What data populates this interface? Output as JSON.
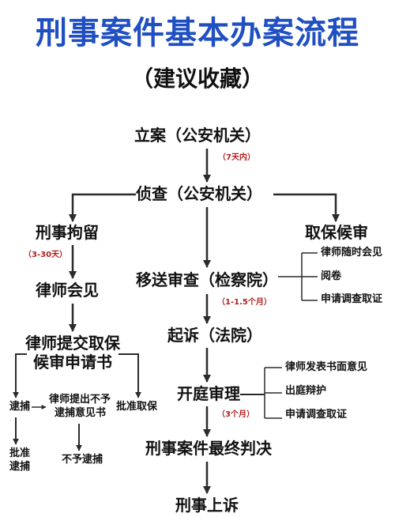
{
  "header": {
    "title": "刑事案件基本办案流程",
    "subtitle": "（建议收藏）"
  },
  "nodes": {
    "filing": "立案（公安机关）",
    "investigation": "侦查（公安机关）",
    "detention": "刑事拘留",
    "bail": "取保候审",
    "lawyer_meeting": "律师会见",
    "review": "移送审查（检察院）",
    "bail_application_line1": "律师提交取保",
    "bail_application_line2": "候审申请书",
    "prosecution": "起诉（法院）",
    "arrest": "逮捕",
    "non_arrest_opinion_line1": "律师提出不予",
    "non_arrest_opinion_line2": "逮捕意见书",
    "bail_approved": "批准取保",
    "trial": "开庭审理",
    "arrest_approved_line1": "批准",
    "arrest_approved_line2": "逮捕",
    "no_arrest": "不予逮捕",
    "verdict": "刑事案件最终判决",
    "appeal": "刑事上诉"
  },
  "review_actions": [
    "律师随时会见",
    "阅卷",
    "申请调查取证"
  ],
  "trial_actions": [
    "律师发表书面意见",
    "出庭辩护",
    "申请调查取证"
  ],
  "notes": {
    "filing_to_investigation": "（7天内）",
    "detention_period": "（3-30天）",
    "review_period": "（1-1.5个月）",
    "trial_period": "（3个月）"
  },
  "colors": {
    "title": "#1f4fc1",
    "text": "#111111",
    "note": "#b21f1f",
    "line": "#2b2b2b"
  }
}
